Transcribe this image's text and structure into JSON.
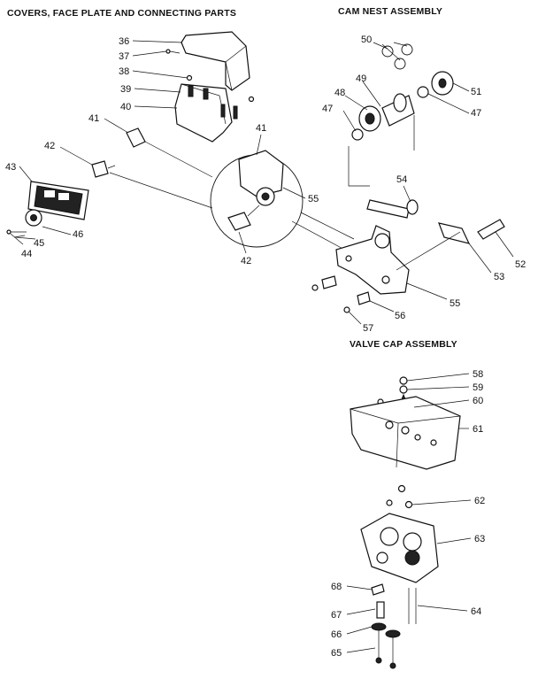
{
  "sections": {
    "covers": "COVERS, FACE PLATE AND CONNECTING PARTS",
    "cam_nest": "CAM NEST ASSEMBLY",
    "valve_cap": "VALVE CAP ASSEMBLY"
  },
  "parts": {
    "p36": "36",
    "p37": "37",
    "p38": "38",
    "p39": "39",
    "p40": "40",
    "p41": "41",
    "p41b": "41",
    "p42": "42",
    "p42b": "42",
    "p43": "43",
    "p44": "44",
    "p45": "45",
    "p46": "46",
    "p47": "47",
    "p47b": "47",
    "p48": "48",
    "p49": "49",
    "p50": "50",
    "p51": "51",
    "p52": "52",
    "p53": "53",
    "p54": "54",
    "p55": "55",
    "p55b": "55",
    "p56": "56",
    "p57": "57",
    "p58": "58",
    "p59": "59",
    "p60": "60",
    "p61": "61",
    "p62": "62",
    "p63": "63",
    "p64": "64",
    "p65": "65",
    "p66": "66",
    "p67": "67",
    "p68": "68"
  }
}
